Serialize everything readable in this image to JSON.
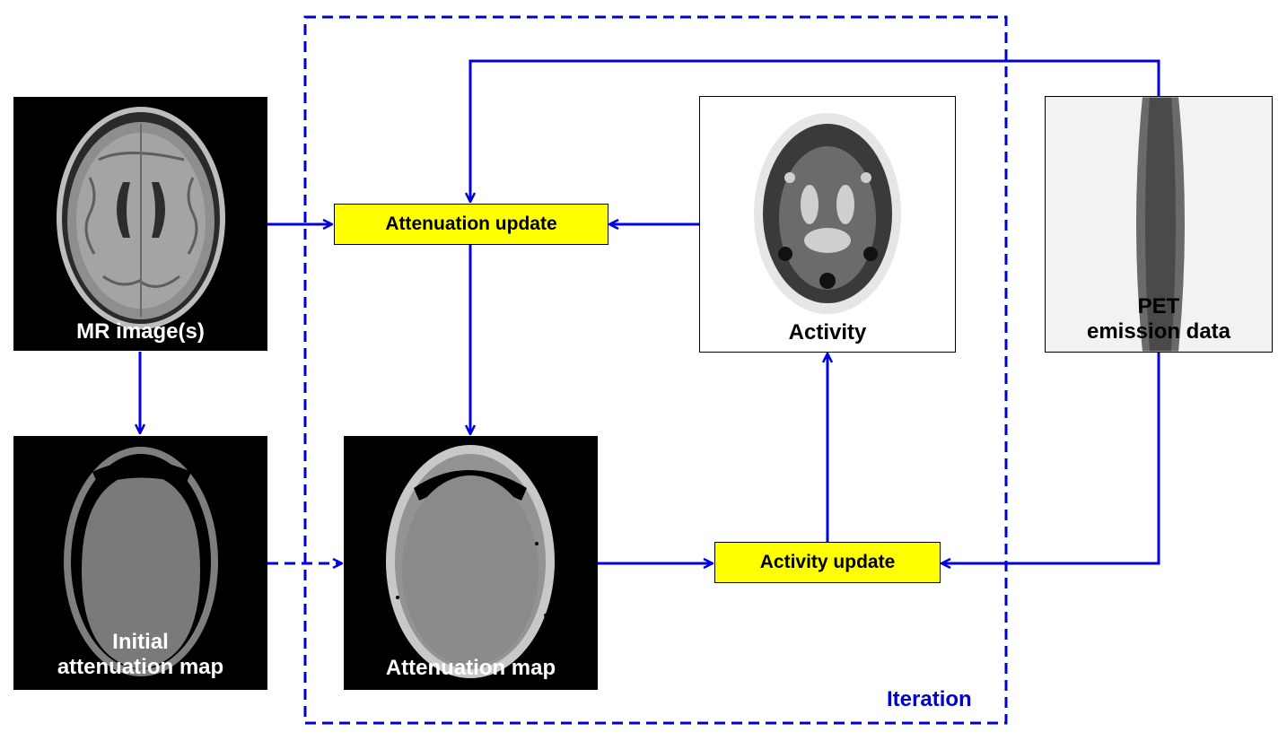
{
  "colors": {
    "arrow": "#0000e0",
    "iteration_border": "#0000cc",
    "update_fill": "#ffff00"
  },
  "panels": {
    "mr_image": {
      "label": "MR image(s)",
      "image": "axial T1 MR brain slice"
    },
    "initial_attenuation_map": {
      "label": "Initial\nattenuation map",
      "image": "segmented skull attenuation map"
    },
    "attenuation_map": {
      "label": "Attenuation map",
      "image": "updated attenuation map"
    },
    "activity": {
      "label": "Activity",
      "image": "PET activity brain slice"
    },
    "pet_emission": {
      "label": "PET\nemission data",
      "image": "sinogram"
    }
  },
  "boxes": {
    "attenuation_update": "Attenuation update",
    "activity_update": "Activity update"
  },
  "iteration_label": "Iteration"
}
